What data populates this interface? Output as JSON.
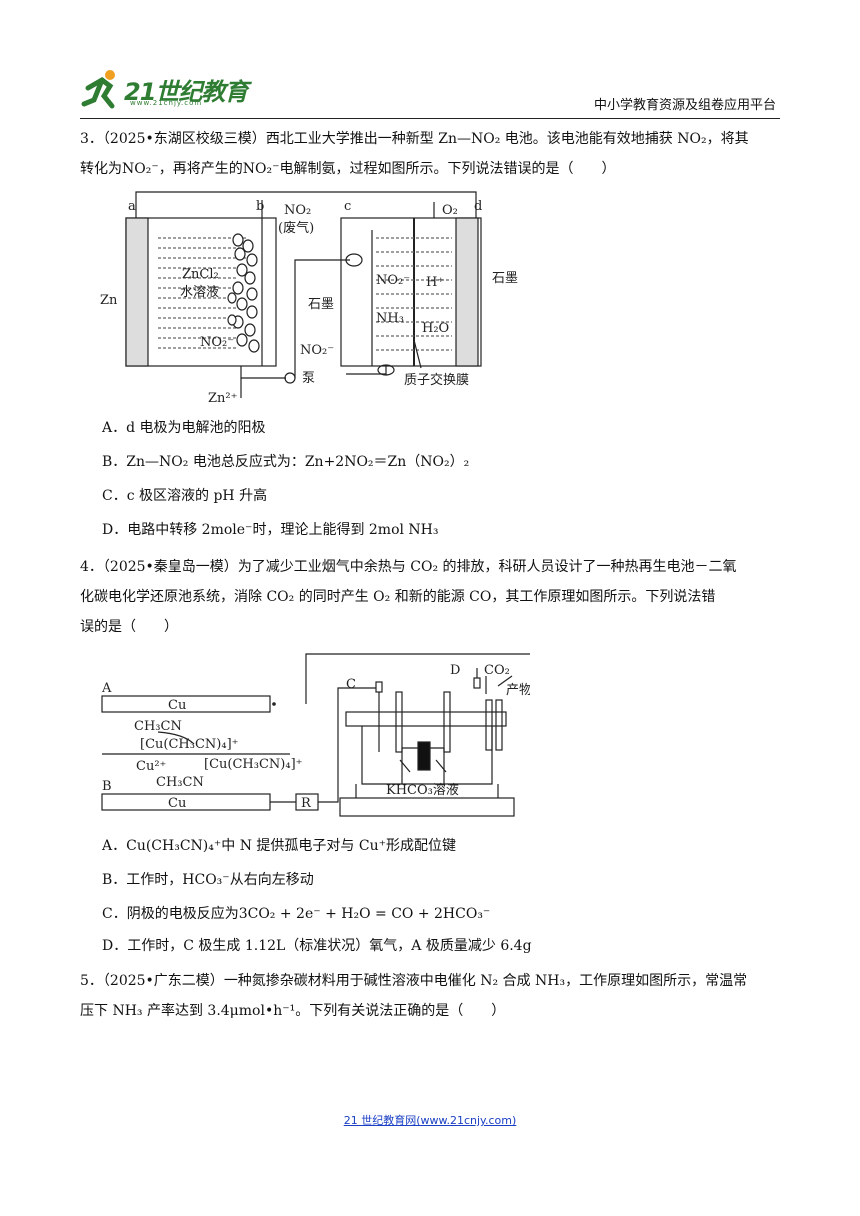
{
  "header": {
    "logo_title": "21世纪教育",
    "logo_subtitle": "www.21cnjy.com",
    "platform": "中小学教育资源及组卷应用平台"
  },
  "questions": [
    {
      "number": "3．",
      "source": "（2025•东湖区校级三模）",
      "stem_1": "西北工业大学推出一种新型 Zn—NO₂ 电池。该电池能有效地捕获 NO₂，将其",
      "stem_2": "转化为NO₂⁻，再将产生的NO₂⁻电解制氨，过程如图所示。下列说法错误的是（　　）",
      "figure_labels": {
        "a": "a",
        "b": "b",
        "c": "c",
        "d": "d",
        "no2_gas": "NO₂",
        "waste_gas": "(废气)",
        "zncl2": "ZnCl₂",
        "aqueous": "水溶液",
        "zn": "Zn",
        "no2_minus_left": "NO₂⁻",
        "zn2plus": "Zn²⁺",
        "no2_minus_mid": "NO₂⁻",
        "pump": "泵",
        "o2": "O₂",
        "graphite_left": "石墨",
        "graphite_right": "石墨",
        "no2_minus_right": "NO₂⁻",
        "hplus": "H⁺",
        "nh3": "NH₃",
        "h2o": "H₂O",
        "membrane": "质子交换膜"
      },
      "options": [
        "A．d 电极为电解池的阳极",
        "B．Zn—NO₂ 电池总反应式为：Zn+2NO₂＝Zn（NO₂）₂",
        "C．c 极区溶液的 pH 升高",
        "D．电路中转移 2mole⁻时，理论上能得到 2mol NH₃"
      ]
    },
    {
      "number": "4．",
      "source": "（2025•秦皇岛一模）",
      "stem_1": "为了减少工业烟气中余热与 CO₂ 的排放，科研人员设计了一种热再生电池－二氧",
      "stem_2": "化碳电化学还原池系统，消除 CO₂ 的同时产生 O₂ 和新的能源 CO，其工作原理如图所示。下列说法错",
      "stem_3": "误的是（　　）",
      "figure_labels": {
        "A": "A",
        "B": "B",
        "cu_top": "Cu",
        "cu_bottom": "Cu",
        "ch3cn_1": "CH₃CN",
        "complex_1": "[Cu(CH₃CN)₄]⁺",
        "cu2plus": "Cu²⁺",
        "complex_2": "[Cu(CH₃CN)₄]⁺",
        "ch3cn_2": "CH₃CN",
        "R": "R",
        "C": "C",
        "D": "D",
        "co2": "CO₂",
        "product": "产物",
        "khco3": "KHCO₃溶液"
      },
      "options": [
        "A．Cu(CH₃CN)₄⁺中 N 提供孤电子对与 Cu⁺形成配位键",
        "B．工作时，HCO₃⁻从右向左移动",
        "C．阴极的电极反应为3CO₂ + 2e⁻ + H₂O = CO + 2HCO₃⁻",
        "D．工作时，C 极生成 1.12L（标准状况）氧气，A 极质量减少 6.4g"
      ]
    },
    {
      "number": "5．",
      "source": "（2025•广东二模）",
      "stem_1": "一种氮掺杂碳材料用于碱性溶液中电催化 N₂ 合成 NH₃，工作原理如图所示，常温常",
      "stem_2": "压下 NH₃ 产率达到 3.4μmol•h⁻¹。下列有关说法正确的是（　　）"
    }
  ],
  "footer": {
    "link_text": "21 世纪教育网(www.21cnjy.com)"
  }
}
